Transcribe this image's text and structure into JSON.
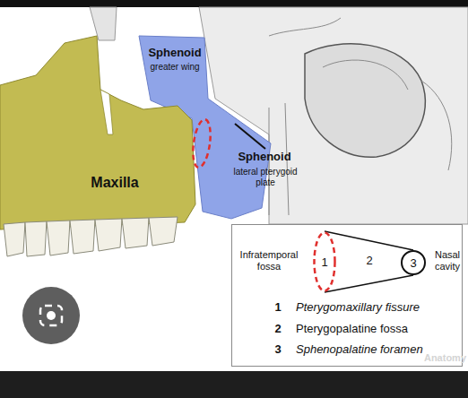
{
  "diagram": {
    "nodes": [
      {
        "text": [
          "1"
        ]
      },
      {
        "text": [
          "3"
        ]
      }
    ],
    "edges": [
      {
        "from": 0,
        "to": 1,
        "arrow": "none"
      },
      {
        "from": 0,
        "to": 1,
        "arrow": "none"
      }
    ],
    "labels": [
      "Sphenoid",
      "greater wing",
      "Maxilla",
      "Sphenoid",
      "lateral pterygoid plate",
      "Infratemporal fossa",
      "2",
      "Nasal cavity",
      "1",
      "Pterygomaxillary fissure",
      "2",
      "Pterygopalatine fossa",
      "3",
      "Sphenopalatine foramen",
      "Anatomy"
    ]
  }
}
